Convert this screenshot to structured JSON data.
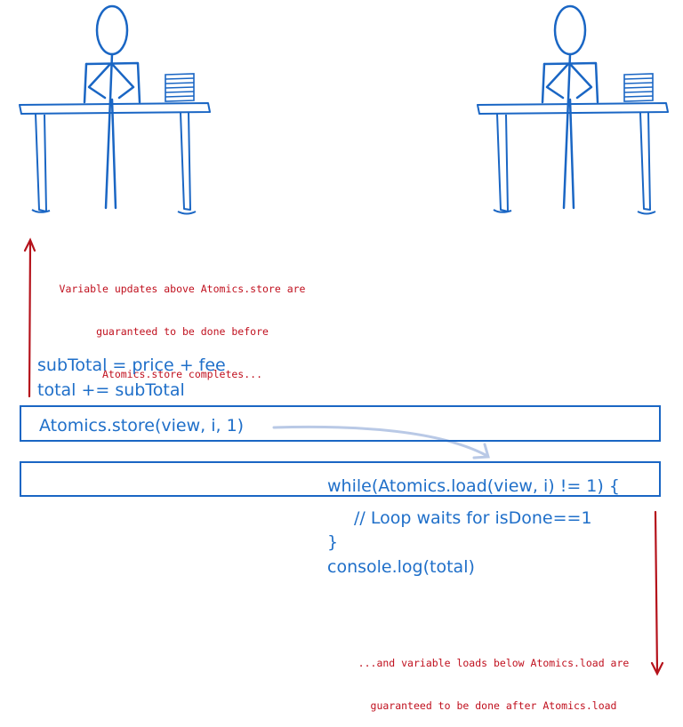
{
  "annotations": {
    "top_note": [
      "Variable updates above Atomics.store are",
      "guaranteed to be done before",
      "Atomics.store completes..."
    ],
    "bottom_note": [
      "...and variable loads below Atomics.load are",
      "guaranteed to be done after Atomics.load"
    ]
  },
  "code": {
    "line_subtotal": "subTotal = price + fee",
    "line_total": "total += subTotal",
    "store_call": "Atomics.store(view, i, 1)",
    "while_line": "while(Atomics.load(view, i) != 1) {",
    "comment_line": "// Loop waits for isDone==1",
    "closing_brace": "}",
    "console_line": "console.log(total)"
  },
  "colors": {
    "code_blue": "#1f6fc9",
    "box_blue": "#1a66c4",
    "note_red": "#c0101e",
    "arrow_red": "#b5121b",
    "flow_arrow": "#b9c9e6"
  }
}
